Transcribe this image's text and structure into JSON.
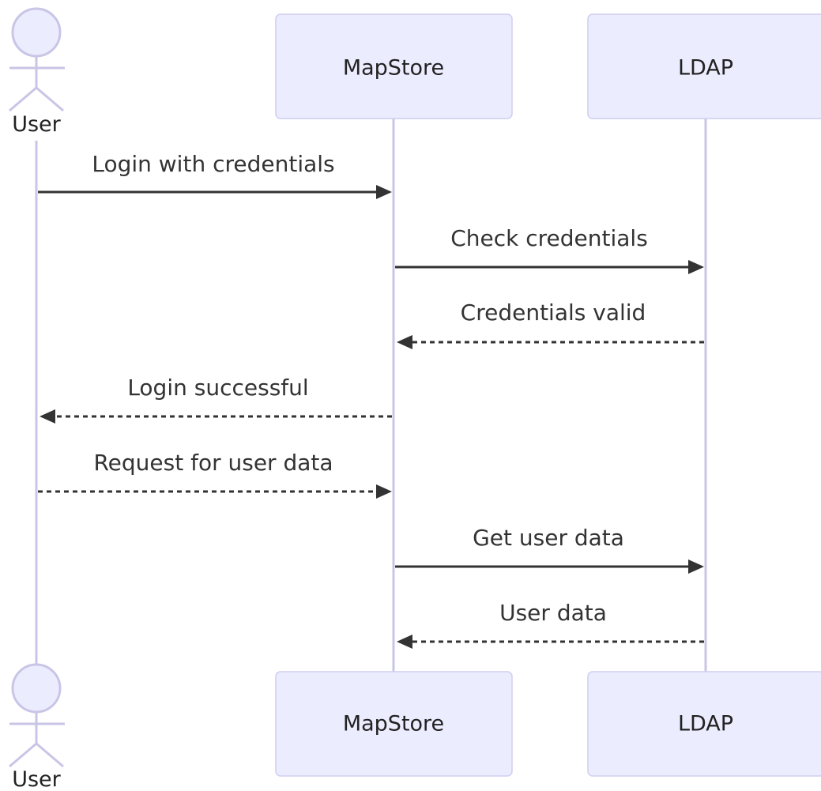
{
  "participants": {
    "user": "User",
    "mapstore": "MapStore",
    "ldap": "LDAP"
  },
  "messages": [
    {
      "from": "user",
      "to": "mapstore",
      "text": "Login with credentials",
      "style": "solid"
    },
    {
      "from": "mapstore",
      "to": "ldap",
      "text": "Check credentials",
      "style": "solid"
    },
    {
      "from": "ldap",
      "to": "mapstore",
      "text": "Credentials valid",
      "style": "dashed"
    },
    {
      "from": "mapstore",
      "to": "user",
      "text": "Login successful",
      "style": "dashed"
    },
    {
      "from": "user",
      "to": "mapstore",
      "text": "Request for user data",
      "style": "dashed"
    },
    {
      "from": "mapstore",
      "to": "ldap",
      "text": "Get user data",
      "style": "solid"
    },
    {
      "from": "ldap",
      "to": "mapstore",
      "text": "User data",
      "style": "dashed"
    }
  ],
  "colors": {
    "box_fill": "#ececff",
    "box_stroke": "#cfcef0",
    "lifeline": "#c9c5e6",
    "message": "#333333"
  }
}
